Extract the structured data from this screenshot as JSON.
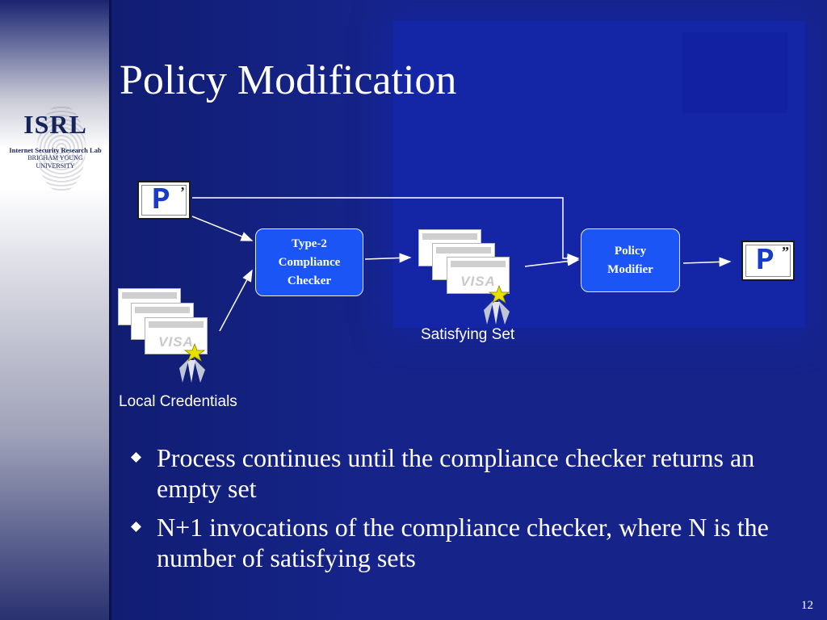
{
  "slide": {
    "title": "Policy Modification",
    "page_number": "12"
  },
  "logo": {
    "title": "ISRL",
    "line1": "Internet Security Research Lab",
    "line2": "BRIGHAM YOUNG",
    "line3": "UNIVERSITY"
  },
  "diagram": {
    "policy_in": {
      "letter": "P",
      "mark": "’"
    },
    "policy_out": {
      "letter": "P",
      "mark": "”"
    },
    "checker": {
      "line1": "Type-2",
      "line2": "Compliance",
      "line3": "Checker"
    },
    "modifier": {
      "line1": "Policy",
      "line2": "Modifier"
    },
    "card_text": "VISA",
    "local_label": "Local Credentials",
    "satisfying_label": "Satisfying Set"
  },
  "bullets": [
    "Process continues until the compliance checker returns an empty set",
    "N+1 invocations of the compliance checker, where N is the number of satisfying sets"
  ],
  "colors": {
    "background": "#16248a",
    "node_fill": "#1b55f5",
    "policy_letter": "#1a3ac8",
    "star": "#e8e000"
  }
}
